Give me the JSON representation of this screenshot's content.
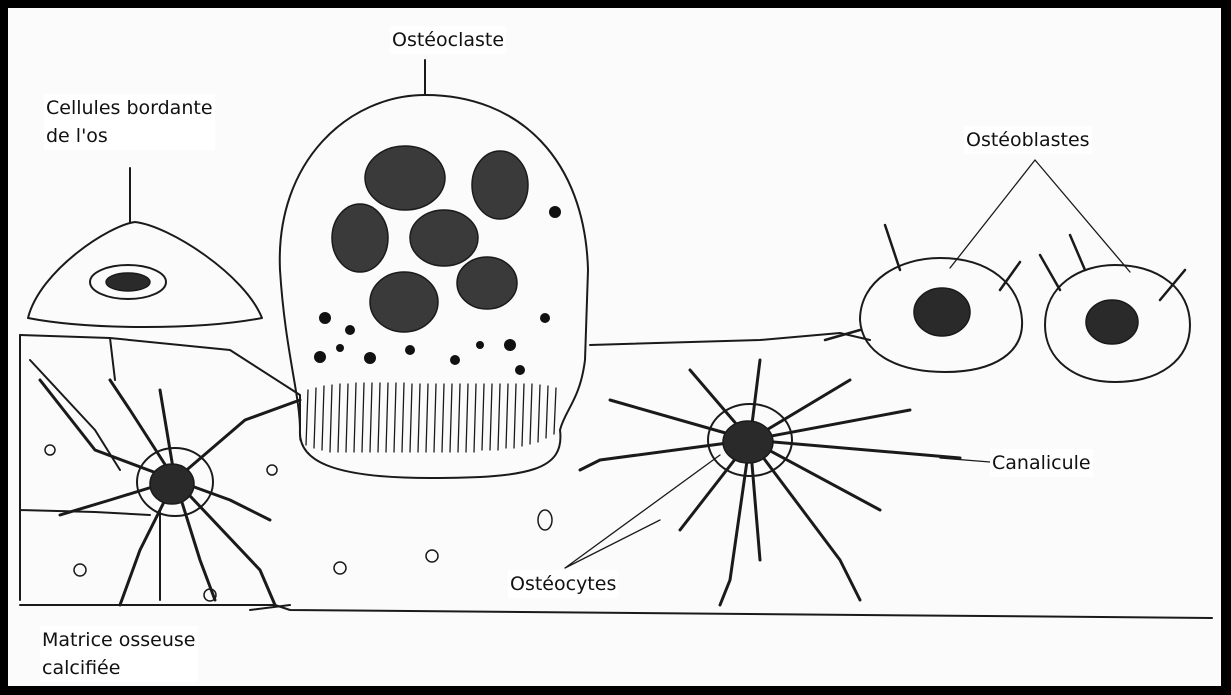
{
  "labels": {
    "osteoclaste": "Ostéoclaste",
    "cellules_bordantes": [
      "Cellules bordante",
      "de l'os"
    ],
    "osteoblastes": "Ostéoblastes",
    "canalicule": "Canalicule",
    "osteocytes": "Ostéocytes",
    "matrice": [
      "Matrice osseuse",
      "calcifiée"
    ]
  },
  "colors": {
    "ink": "#1a1a1a",
    "nucleus": "#2a2a2a",
    "border": "#000000",
    "background": "#fbfbfb"
  }
}
